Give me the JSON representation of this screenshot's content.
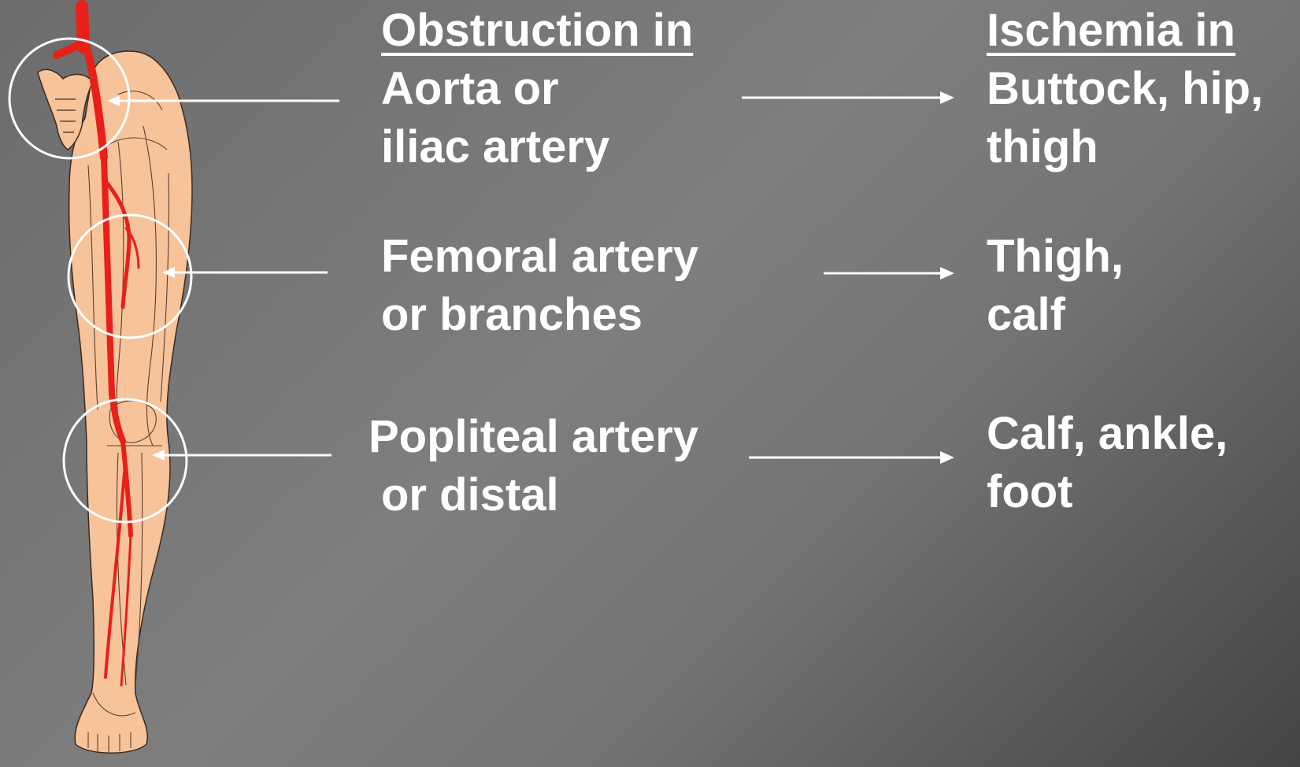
{
  "headers": {
    "obstruction": "Obstruction in",
    "ischemia": "Ischemia in"
  },
  "rows": [
    {
      "site_line1": "Aorta or",
      "site_line2": "iliac artery",
      "effect_line1": "Buttock, hip,",
      "effect_line2": "thigh"
    },
    {
      "site_line1": "Femoral artery",
      "site_line2": "or branches",
      "effect_line1": "Thigh,",
      "effect_line2": "calf"
    },
    {
      "site_line1": "Popliteal artery",
      "site_line2": "or distal",
      "effect_line1": "Calf, ankle,",
      "effect_line2": "foot"
    }
  ],
  "colors": {
    "artery": "#e8201a",
    "skin": "#f6c39b",
    "outline": "#3a2a20",
    "text": "#ffffff"
  }
}
